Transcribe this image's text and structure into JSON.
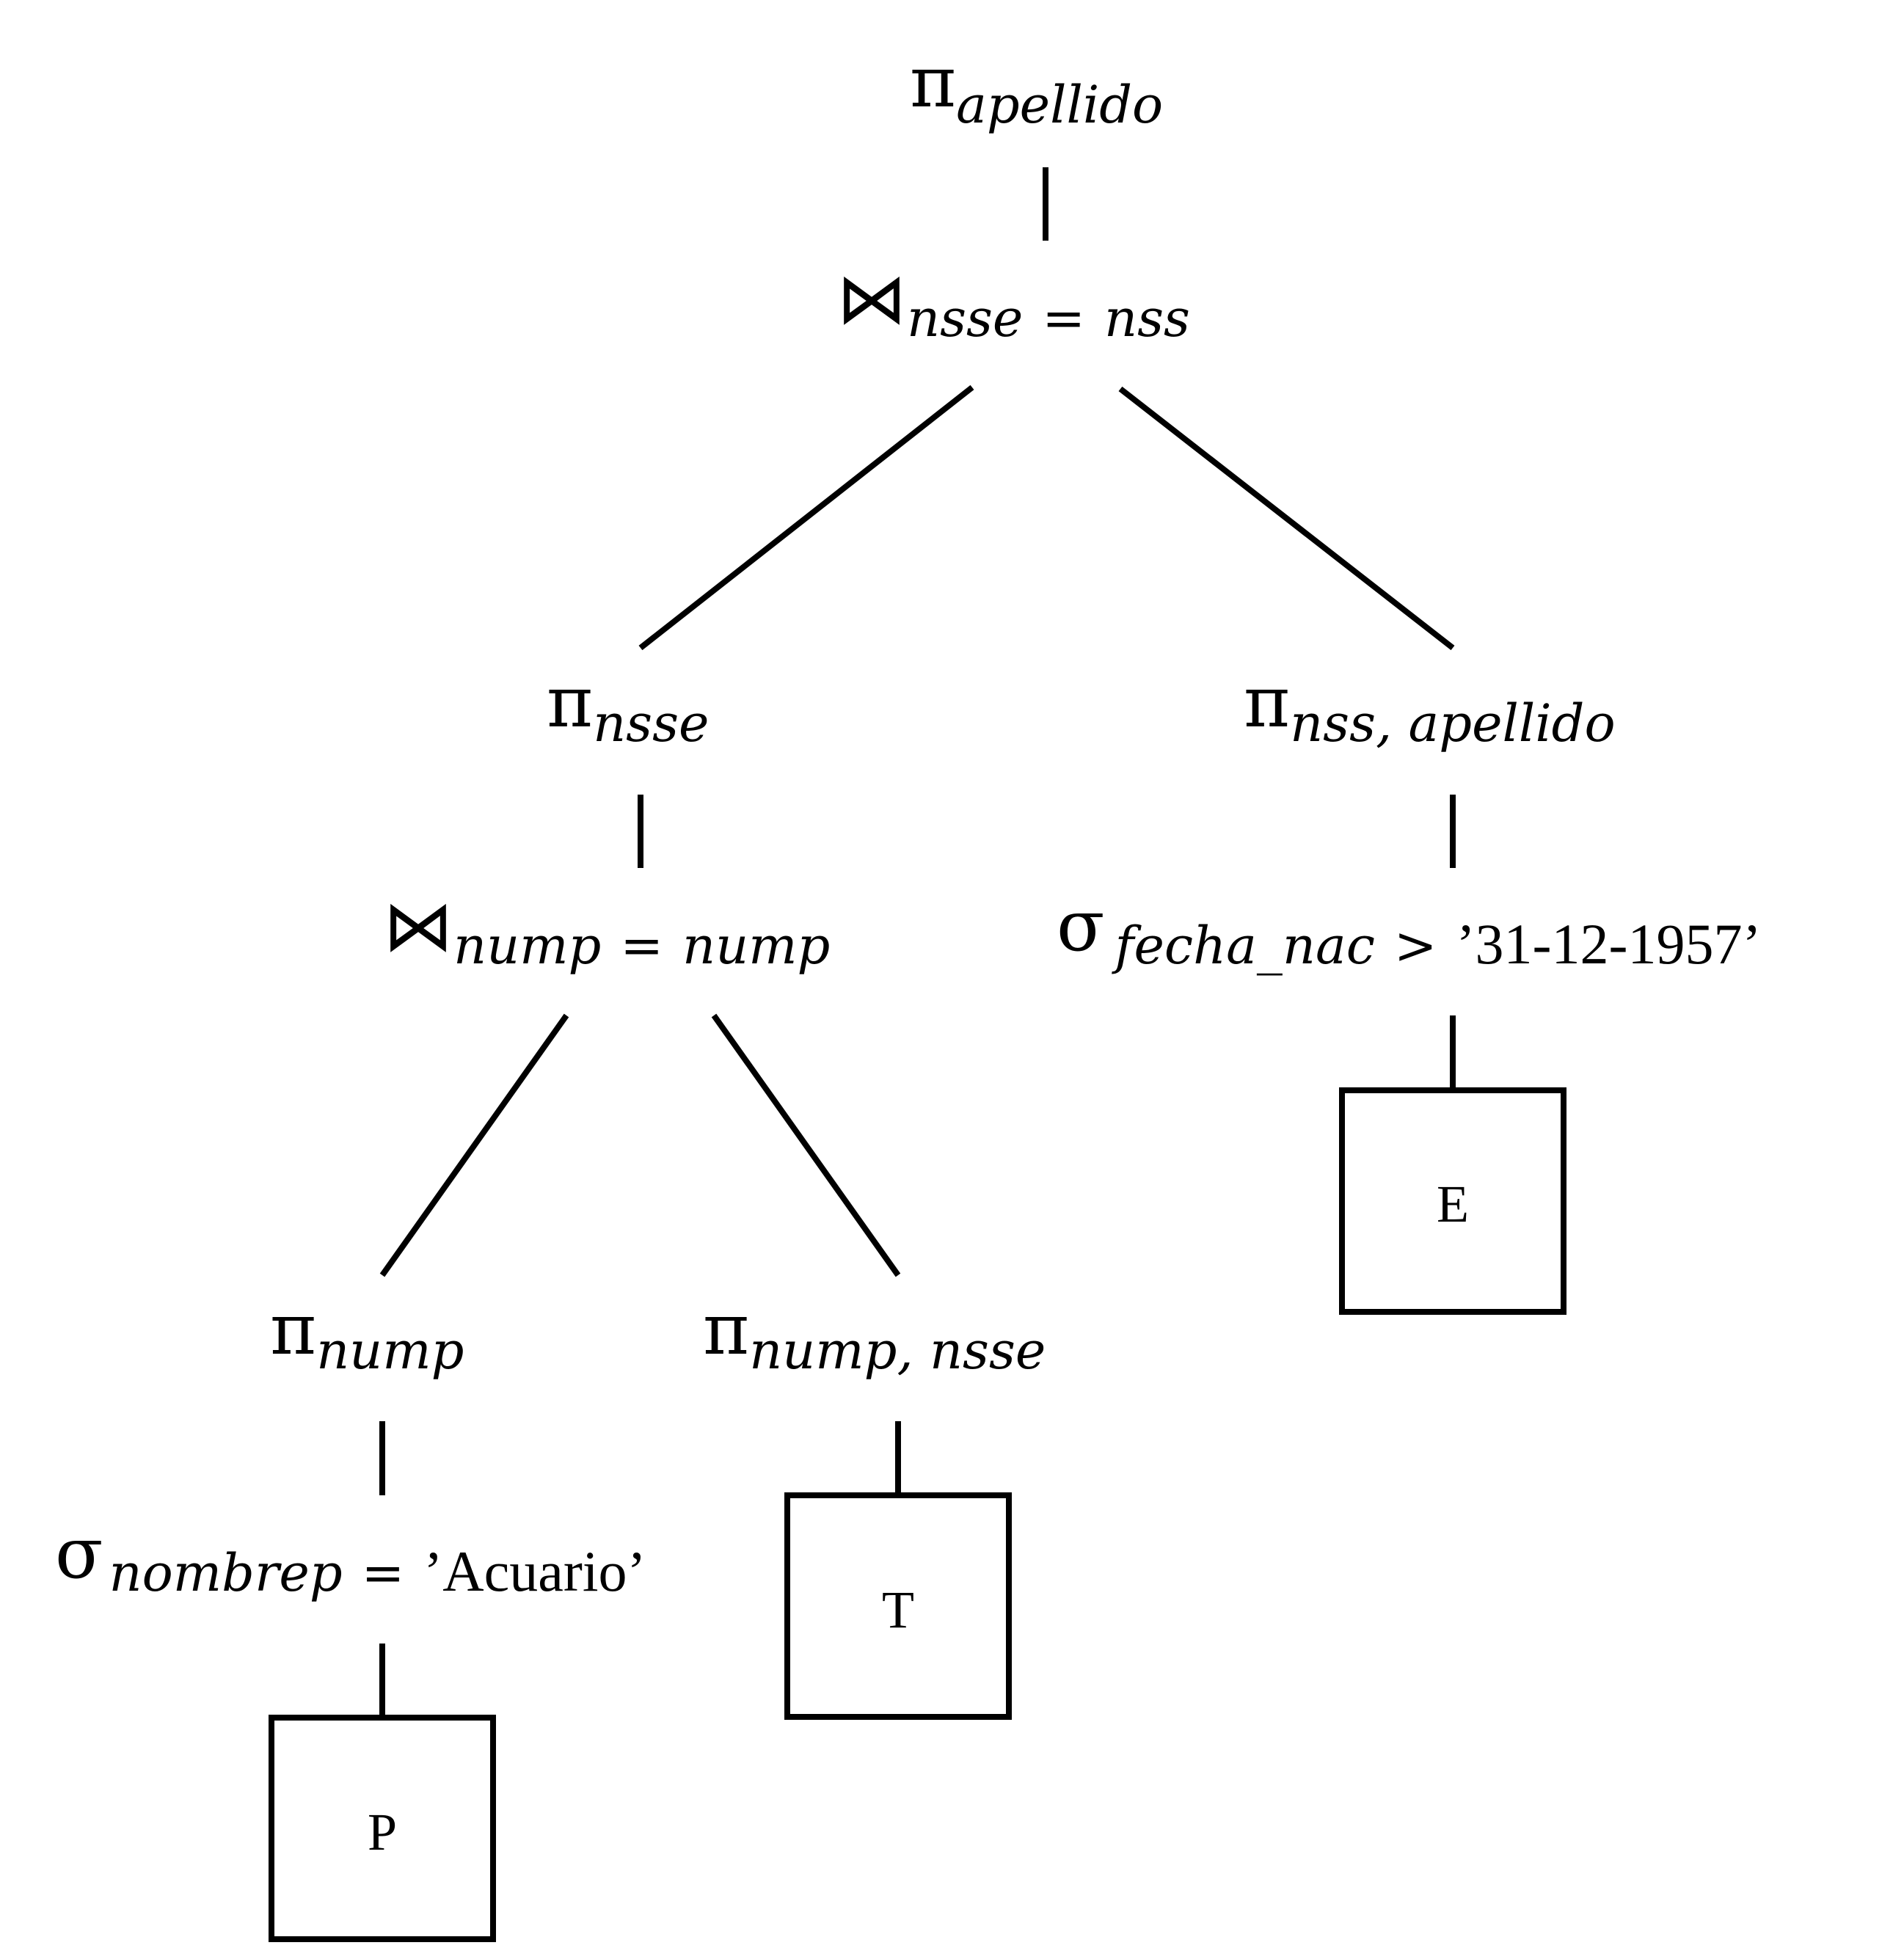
{
  "tree": {
    "root_projection": {
      "symbol": "π",
      "subscript": "apellido"
    },
    "top_join": {
      "symbol": "⋈",
      "left_attr": "nsse",
      "op": "=",
      "right_attr": "nss"
    },
    "left_projection": {
      "symbol": "π",
      "subscript": "nsse"
    },
    "right_projection": {
      "symbol": "π",
      "subscript": "nss, apellido"
    },
    "inner_join": {
      "symbol": "⋈",
      "left_attr": "nump",
      "op": "=",
      "right_attr": "nump"
    },
    "right_selection": {
      "symbol": "σ",
      "attr": "fecha_nac",
      "op": ">",
      "value": "’31-12-1957’"
    },
    "nump_projection": {
      "symbol": "π",
      "subscript": "nump"
    },
    "nump_nsse_projection": {
      "symbol": "π",
      "subscript": "nump, nsse"
    },
    "left_selection": {
      "symbol": "σ",
      "attr": "nombrep",
      "op": "=",
      "value": "’Acuario’"
    },
    "leaves": {
      "E": "E",
      "T": "T",
      "P": "P"
    }
  }
}
